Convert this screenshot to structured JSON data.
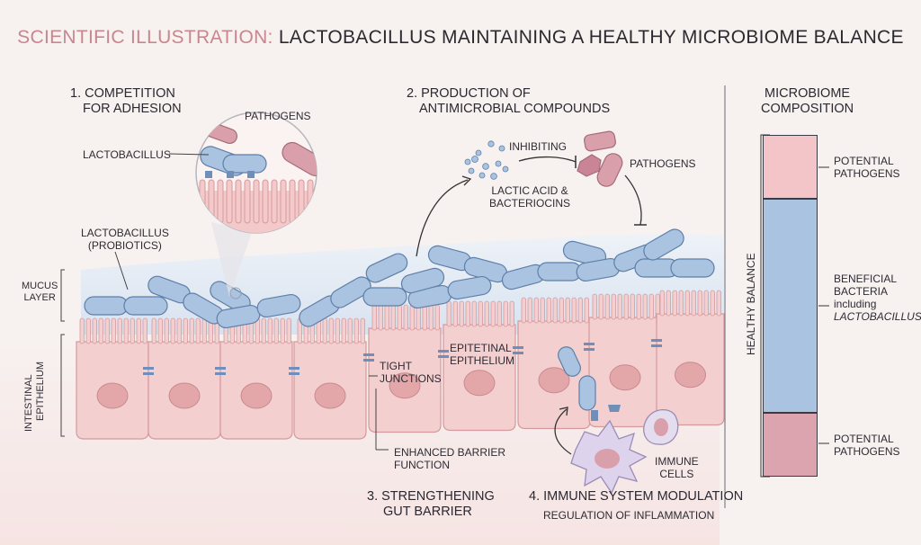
{
  "title": {
    "prefix": "SCIENTIFIC ILLUSTRATION:",
    "main": "LACTOBACILLUS MAINTAINING A HEALTHY MICROBIOME BALANCE"
  },
  "sections": {
    "s1": [
      "1. COMPETITION",
      "FOR ADHESION"
    ],
    "s2": [
      "2. PRODUCTION OF",
      "ANTIMICROBIAL COMPOUNDS"
    ],
    "s3": [
      "3. STRENGTHENING",
      "GUT BARRIER"
    ],
    "s4": {
      "title": "4. IMMUNE SYSTEM MODULATION",
      "subtitle": "REGULATION OF INFLAMMATION"
    }
  },
  "labels": {
    "pathogens_zoom": "PATHOGENS",
    "lactobacillus_zoom": "LACTOBACILLUS",
    "probiotics": [
      "LACTOBACILLUS",
      "(PROBIOTICS)"
    ],
    "mucus_layer": [
      "MUCUS",
      "LAYER"
    ],
    "intestinal_epithelium": [
      "INTESTINAL",
      "EPITHELIUM"
    ],
    "inhibiting": "INHIBITING",
    "pathogens_right": "PATHOGENS",
    "lactic_acid": [
      "LACTIC ACID &",
      "BACTERIOCINS"
    ],
    "tight_junctions": [
      "TIGHT",
      "JUNCTIONS"
    ],
    "epithelium_label": [
      "EPITETINAL",
      "EPITHELIUM"
    ],
    "enhanced_barrier": [
      "ENHANCED BARRIER",
      "FUNCTION"
    ],
    "immune_cells": [
      "IMMUNE",
      "CELLS"
    ]
  },
  "composition": {
    "title": [
      "MICROBIOME",
      "COMPOSITION"
    ],
    "balance_label": "HEALTHY BALANCE",
    "segments": [
      {
        "name": "potential-pathogens-top",
        "fraction": 0.23,
        "color": "#f3c5c9",
        "label": [
          "POTENTIAL",
          "PATHOGENS"
        ]
      },
      {
        "name": "beneficial-bacteria",
        "fraction": 0.77,
        "color": "#a9c3e0",
        "label": [
          "BENEFICIAL",
          "BACTERIA",
          "including",
          "LACTOBACILLUS"
        ]
      },
      {
        "name": "potential-pathogens-bottom",
        "fraction": 0.23,
        "color": "#dba4ae",
        "label": [
          "POTENTIAL",
          "PATHOGENS"
        ]
      }
    ]
  },
  "colors": {
    "bacteria": "#a9c3e0",
    "bacteria_stroke": "#5f7fa8",
    "pathogen": "#d9a0ab",
    "cell": "#f3cfcf",
    "nucleus": "#e3a7aa",
    "mucus": "#dfe7f2"
  }
}
